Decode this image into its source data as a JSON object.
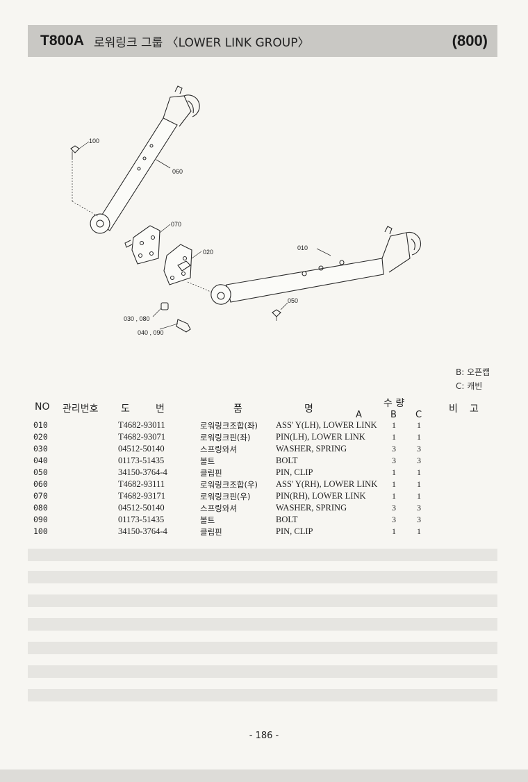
{
  "header": {
    "model": "T800A",
    "title": "로워링크 그룹 〈LOWER LINK GROUP〉",
    "code": "(800)"
  },
  "callouts": [
    "100",
    "060",
    "070",
    "020",
    "010",
    "050",
    "030 , 080",
    "040 , 090"
  ],
  "legend": [
    "B: 오픈캡",
    "C: 캐빈"
  ],
  "table": {
    "headers": {
      "no": "NO",
      "mgmt": "관리번호",
      "do": "도",
      "beon": "번",
      "pum": "품",
      "myeong": "명",
      "qty": "수 량",
      "a": "A",
      "b": "B",
      "c": "C",
      "bi": "비",
      "go": "고"
    },
    "rows": [
      {
        "no": "010",
        "part": "T4682-93011",
        "kr": "로워링크조합(좌)",
        "en": "ASS' Y(LH), LOWER LINK",
        "b": "1",
        "c": "1"
      },
      {
        "no": "020",
        "part": "T4682-93071",
        "kr": "로워링크핀(좌)",
        "en": "PIN(LH), LOWER LINK",
        "b": "1",
        "c": "1"
      },
      {
        "no": "030",
        "part": "04512-50140",
        "kr": "스프링와셔",
        "en": "WASHER, SPRING",
        "b": "3",
        "c": "3"
      },
      {
        "no": "040",
        "part": "01173-51435",
        "kr": "볼트",
        "en": "BOLT",
        "b": "3",
        "c": "3"
      },
      {
        "no": "050",
        "part": "34150-3764-4",
        "kr": "클립핀",
        "en": "PIN, CLIP",
        "b": "1",
        "c": "1"
      },
      {
        "no": "060",
        "part": "T4682-93111",
        "kr": "로워링크조합(우)",
        "en": "ASS' Y(RH), LOWER LINK",
        "b": "1",
        "c": "1"
      },
      {
        "no": "070",
        "part": "T4682-93171",
        "kr": "로워링크핀(우)",
        "en": "PIN(RH), LOWER LINK",
        "b": "1",
        "c": "1"
      },
      {
        "no": "080",
        "part": "04512-50140",
        "kr": "스프링와셔",
        "en": "WASHER, SPRING",
        "b": "3",
        "c": "3"
      },
      {
        "no": "090",
        "part": "01173-51435",
        "kr": "볼트",
        "en": "BOLT",
        "b": "3",
        "c": "3"
      },
      {
        "no": "100",
        "part": "34150-3764-4",
        "kr": "클립핀",
        "en": "PIN, CLIP",
        "b": "1",
        "c": "1"
      }
    ]
  },
  "page_number": "- 186 -"
}
